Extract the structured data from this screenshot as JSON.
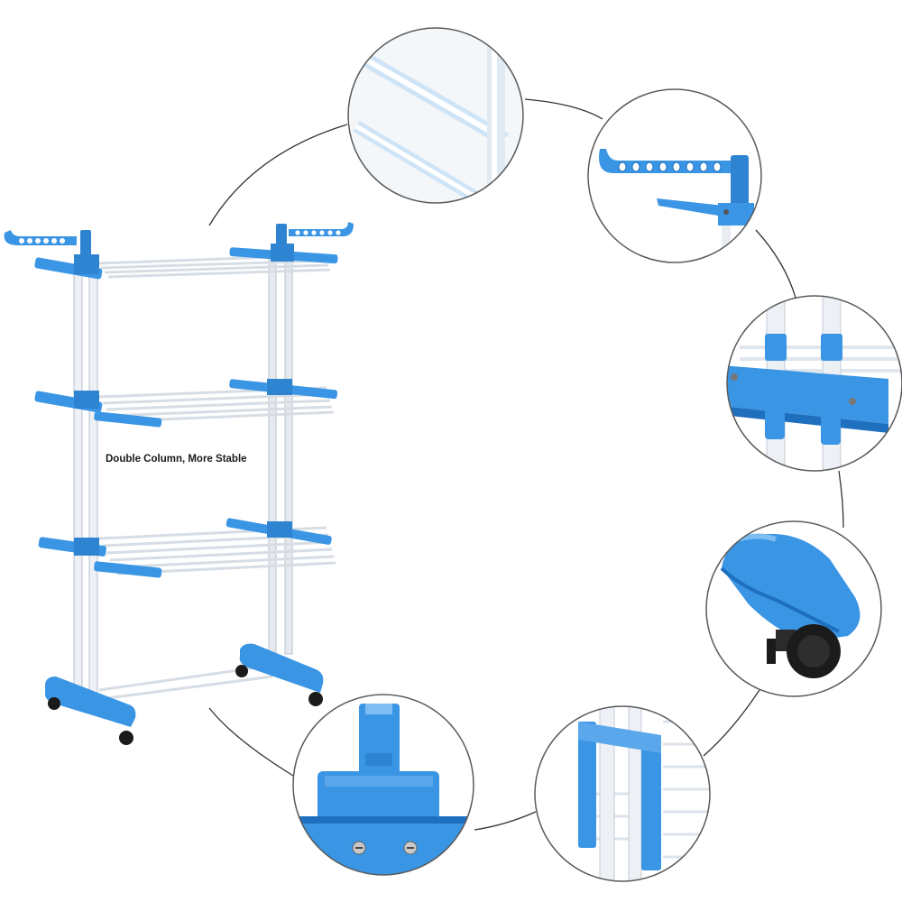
{
  "caption": "Double Column,  More Stable",
  "colors": {
    "plastic_blue": "#3a95e4",
    "plastic_dark": "#1f6fbf",
    "tube_white": "#e9edf2",
    "caster_black": "#1b1b1b",
    "ring_border": "#5a5a5a",
    "connector_line": "#333333"
  },
  "detail_views": [
    "tube-closeup",
    "hanger-wing-closeup",
    "column-joint-closeup",
    "foot-caster-closeup",
    "base-bracket-closeup",
    "side-clip-closeup"
  ]
}
